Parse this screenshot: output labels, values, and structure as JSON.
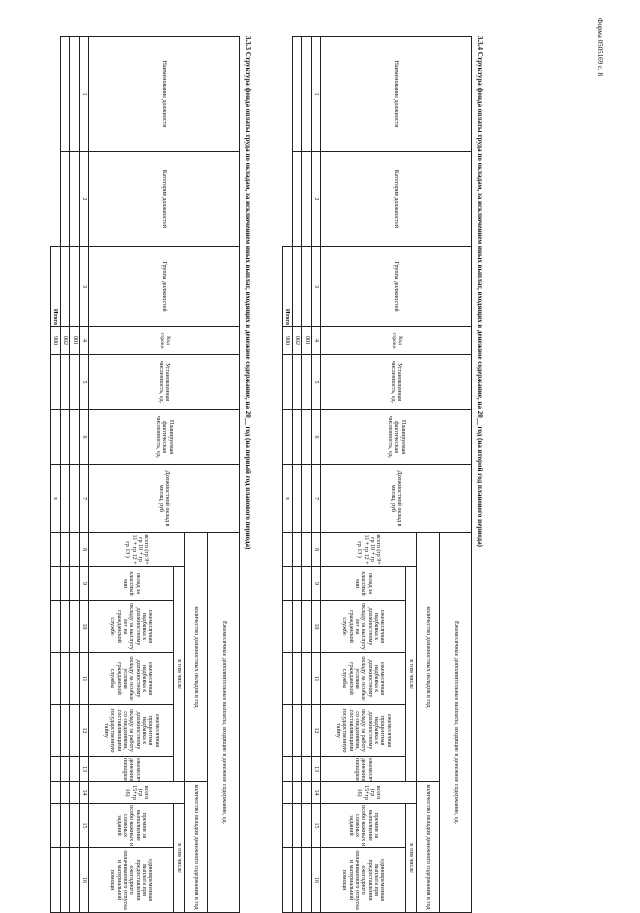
{
  "form_code": "Форма 0505169 с. 8",
  "sections": [
    {
      "title": "3.3.3 Структура фонда оплаты труда по окладам, за исключением иных выплат, входящих в денежное содержание, на 20__ год (на первый год планового периода)",
      "codes": [
        "001",
        "002",
        "900"
      ]
    },
    {
      "title": "3.3.4 Структура фонда оплаты труда по окладам, за исключением иных выплат, входящих в денежное содержание, на 20__ год (на второй год планового периода)",
      "codes": [
        "001",
        "002",
        "900"
      ]
    }
  ],
  "headers": {
    "position_name": "Наименование должности",
    "position_category": "Категория должностей",
    "position_group": "Группа должностей",
    "row_code": "Код строки",
    "established_headcount": "Установленная численность, ед.",
    "planned_headcount": "Планируемая фактическая численность, ед.",
    "salary": "Должностной оклад в месяц, руб",
    "monthly_extra": "Ежемесячные дополнительные выплаты, входящие в денежное содержание, ед.",
    "count_salaries": "количество должностных окладов в год",
    "total_8": "всего (гр 9+ гр 10 + гр 11 + гр 12 + гр 13 )",
    "including": "в том числе",
    "class_rank": "оклад за классный чин",
    "long_service": "ежемесячная надбавка к должностному окладу за выслугу лет на гражданской службе",
    "special_conditions": "ежемесячная надбавка к должностному окладу за особые условия гражданской службы",
    "secret_work": "ежемесячная процентная надбавка к должностному окладу за работу со сведениями, составляющими государственную тайну",
    "monthly_bonus": "ежемесячное денежное поощрение",
    "other_payments": "количество окладов денежного содержания в год",
    "total_14": "всего (гр 15+гр 16)",
    "special_tasks": "премии за выполнение особо важных и сложных заданий",
    "vacation_help": "единовременная выплата при предоставлении ежегодного оплачиваемого отпуска и материальной помощи"
  },
  "col_numbers": [
    "1",
    "2",
    "3",
    "4",
    "5",
    "6",
    "7",
    "8",
    "9",
    "10",
    "11",
    "12",
    "13",
    "14",
    "15",
    "16"
  ],
  "total_label": "Итого",
  "x_mark": "x"
}
